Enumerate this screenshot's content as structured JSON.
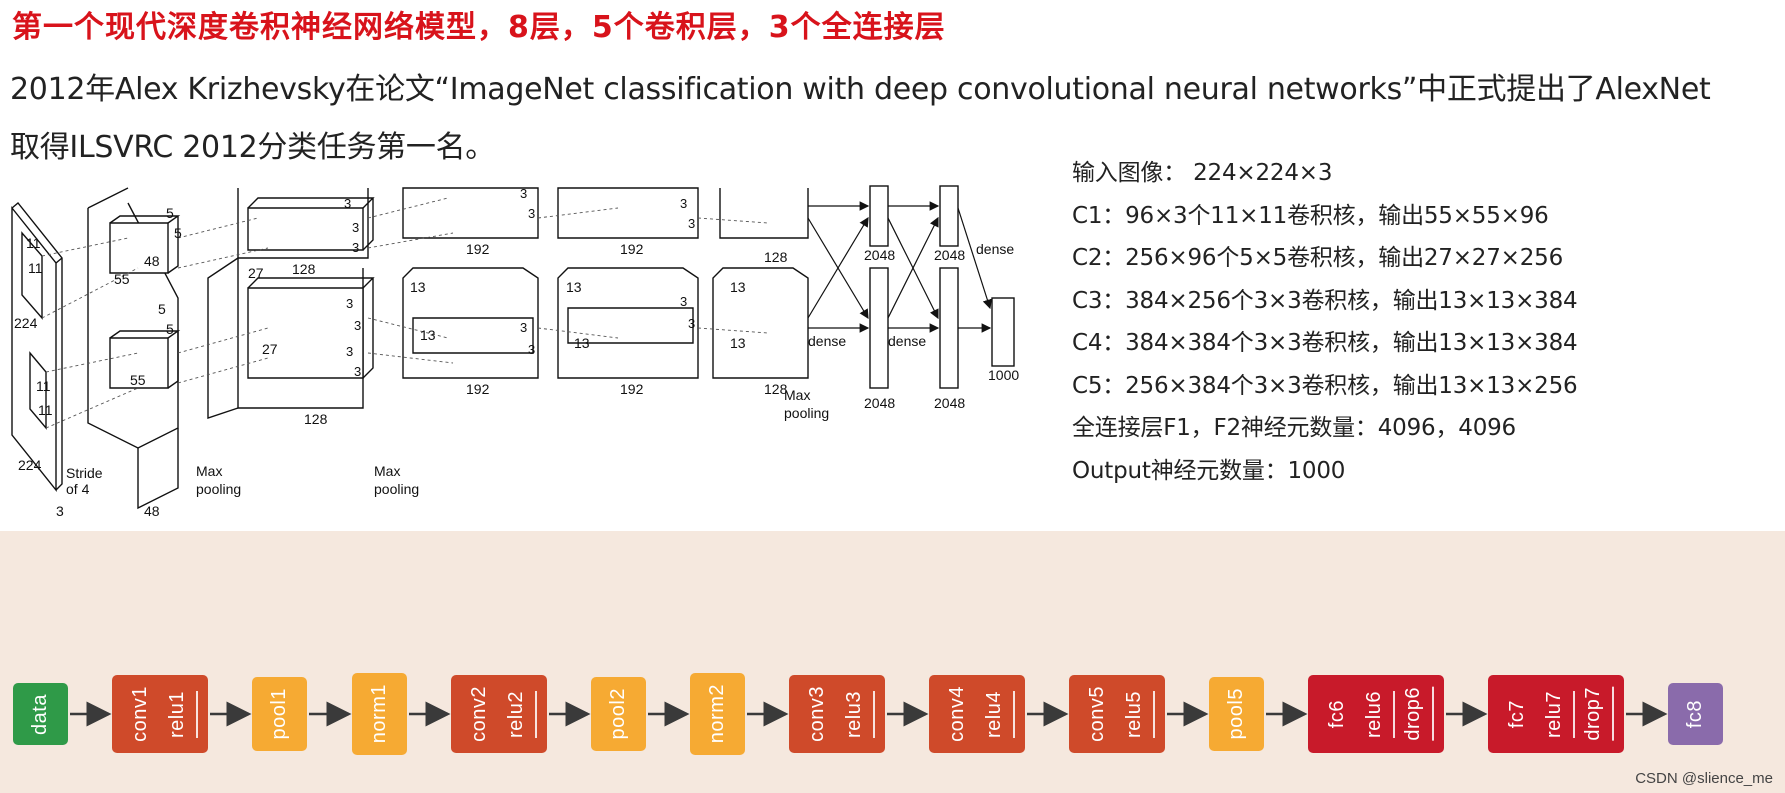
{
  "title": "第一个现代深度卷积神经网络模型，8层，5个卷积层，3个全连接层",
  "intro": {
    "line1": "2012年Alex Krizhevsky在论文“ImageNet classification with deep convolutional neural networks”中正式提出了AlexNet",
    "line2": "取得ILSVRC 2012分类任务第一名。"
  },
  "specs": [
    "输入图像： 224×224×3",
    "C1：96×3个11×11卷积核，输出55×55×96",
    "C2：256×96个5×5卷积核，输出27×27×256",
    "C3：384×256个3×3卷积核，输出13×13×384",
    "C4：384×384个3×3卷积核，输出13×13×384",
    "C5：256×384个3×3卷积核，输出13×13×256",
    "全连接层F1，F2神经元数量：4096，4096",
    "Output神经元数量：1000"
  ],
  "architecture_labels": {
    "input_h": "224",
    "input_w": "224",
    "input_c": "3",
    "k11a": "11",
    "k11b": "11",
    "k11c": "11",
    "k11d": "11",
    "stride": "Stride",
    "stride2": "of 4",
    "c1_h": "55",
    "c1_w": "55",
    "c1_d": "48",
    "c1_d2": "48",
    "k5a": "5",
    "k5b": "5",
    "k5c": "5",
    "k5d": "5",
    "maxpool1": "Max",
    "maxpool1b": "pooling",
    "c2_h": "27",
    "c2_h2": "27",
    "c2_d": "128",
    "c2_d2": "128",
    "k3": "3",
    "maxpool2": "Max",
    "maxpool2b": "pooling",
    "c3_d": "192",
    "c3_d2": "192",
    "c3_h": "13",
    "c3_h2": "13",
    "c4_d": "192",
    "c4_d2": "192",
    "c4_h": "13",
    "c4_h2": "13",
    "c5_d": "128",
    "c5_d2": "128",
    "c5_h": "13",
    "c5_h2": "13",
    "maxpool3": "Max",
    "maxpool3b": "pooling",
    "dense": "dense",
    "fc_2048": "2048",
    "fc_1000": "1000"
  },
  "pipeline": [
    {
      "segs": [
        "data"
      ],
      "color": "#2f9a48"
    },
    {
      "segs": [
        "conv1",
        "relu1"
      ],
      "color": "#cf4a2a"
    },
    {
      "segs": [
        "pool1"
      ],
      "color": "#f6aa33"
    },
    {
      "segs": [
        "norm1"
      ],
      "color": "#f6aa33"
    },
    {
      "segs": [
        "conv2",
        "relu2"
      ],
      "color": "#cf4a2a"
    },
    {
      "segs": [
        "pool2"
      ],
      "color": "#f6aa33"
    },
    {
      "segs": [
        "norm2"
      ],
      "color": "#f6aa33"
    },
    {
      "segs": [
        "conv3",
        "relu3"
      ],
      "color": "#cf4a2a"
    },
    {
      "segs": [
        "conv4",
        "relu4"
      ],
      "color": "#cf4a2a"
    },
    {
      "segs": [
        "conv5",
        "relu5"
      ],
      "color": "#cf4a2a"
    },
    {
      "segs": [
        "pool5"
      ],
      "color": "#f6aa33"
    },
    {
      "segs": [
        "fc6",
        "relu6",
        "drop6"
      ],
      "color": "#c81a2a"
    },
    {
      "segs": [
        "fc7",
        "relu7",
        "drop7"
      ],
      "color": "#c81a2a"
    },
    {
      "segs": [
        "fc8"
      ],
      "color": "#8a6bab"
    }
  ],
  "watermark": "CSDN @slience_me"
}
